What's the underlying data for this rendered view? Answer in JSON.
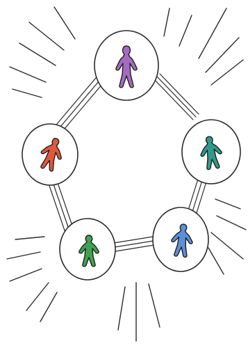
{
  "illustration": {
    "subject": "network-of-connected-people",
    "people": [
      {
        "id": "top",
        "color": "#a46bc0",
        "shade": "#7e4a9c"
      },
      {
        "id": "left",
        "color": "#e0573a",
        "shade": "#b23e25"
      },
      {
        "id": "right",
        "color": "#2f9a8c",
        "shade": "#1f7066"
      },
      {
        "id": "bottom-left",
        "color": "#3fa24e",
        "shade": "#2a7a36"
      },
      {
        "id": "bottom-right",
        "color": "#5d8fd6",
        "shade": "#3f6bb0"
      }
    ]
  }
}
